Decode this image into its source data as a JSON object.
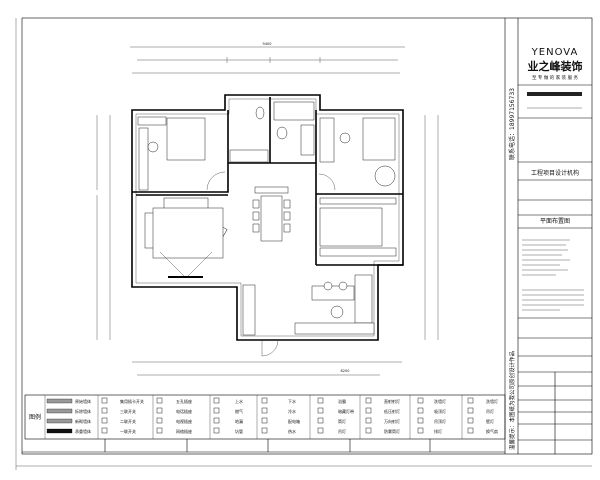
{
  "title_block": {
    "brand": "YENOVA",
    "company": "业之峰装饰",
    "slogan": "至 专 做 的 家 装 服 务",
    "phone_vertical": "联系电话：18997156733",
    "org": "工程项目设计机构",
    "drawing_name": "平面布置图",
    "side_note": "温馨提示：本图纸为我公司原创设计作品"
  },
  "plan": {
    "dim_total_top": "9400",
    "dim_total_bottom": "8200"
  },
  "legend": {
    "title": "图例",
    "columns": [
      [
        "原始墙体",
        "拆除墙体",
        "新砌墙体",
        "承重墙体"
      ],
      [
        "集用插卡开关",
        "三联开关",
        "二联开关",
        "一联开关"
      ],
      [
        "五孔插座",
        "电话插座",
        "电视插座",
        "网络插座"
      ],
      [
        "上水",
        "燃气",
        "地漏",
        "坑管"
      ],
      [
        "下水",
        "冷水",
        "配电箱",
        "热水"
      ],
      [
        "浴霸",
        "暗藏灯带",
        "筒灯",
        "吊灯"
      ],
      [
        "直射射灯",
        "低压射灯",
        "万向射灯",
        "防雾筒灯"
      ],
      [
        "洗墙灯",
        "吸顶灯",
        "吊顶灯",
        "排灯"
      ],
      [
        "洗墙灯",
        "吊灯",
        "壁灯",
        "换气扇"
      ]
    ]
  }
}
